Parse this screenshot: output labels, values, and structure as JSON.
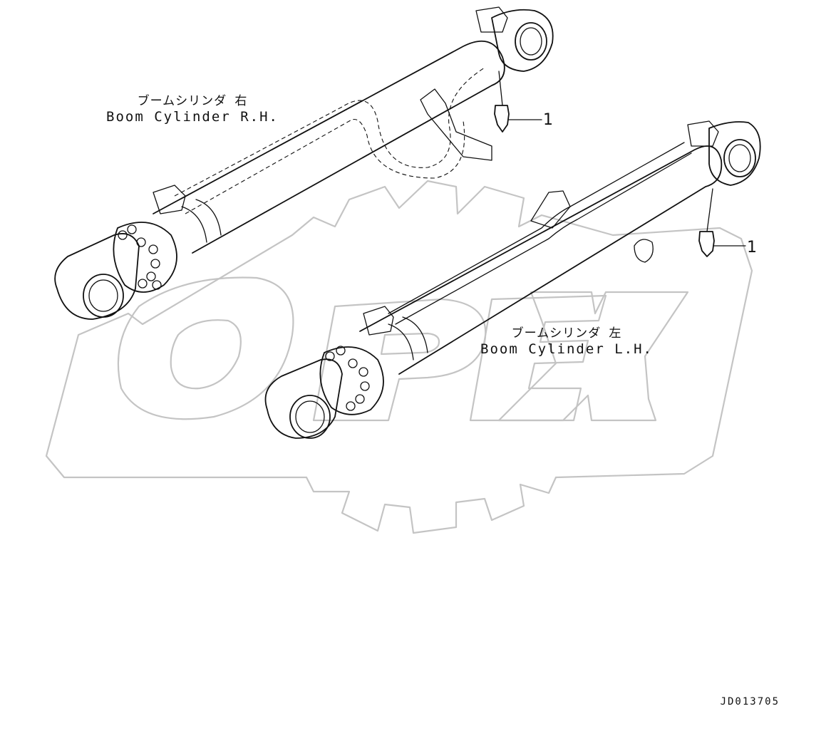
{
  "diagram": {
    "labels": {
      "right_cylinder": {
        "japanese": "ブームシリンダ 右",
        "english": "Boom Cylinder R.H."
      },
      "left_cylinder": {
        "japanese": "ブームシリンダ 左",
        "english": "Boom Cylinder L.H."
      }
    },
    "callouts": {
      "right_fitting": "1",
      "left_fitting": "1"
    },
    "drawing_number": "JD013705",
    "watermark": "OPEX"
  }
}
